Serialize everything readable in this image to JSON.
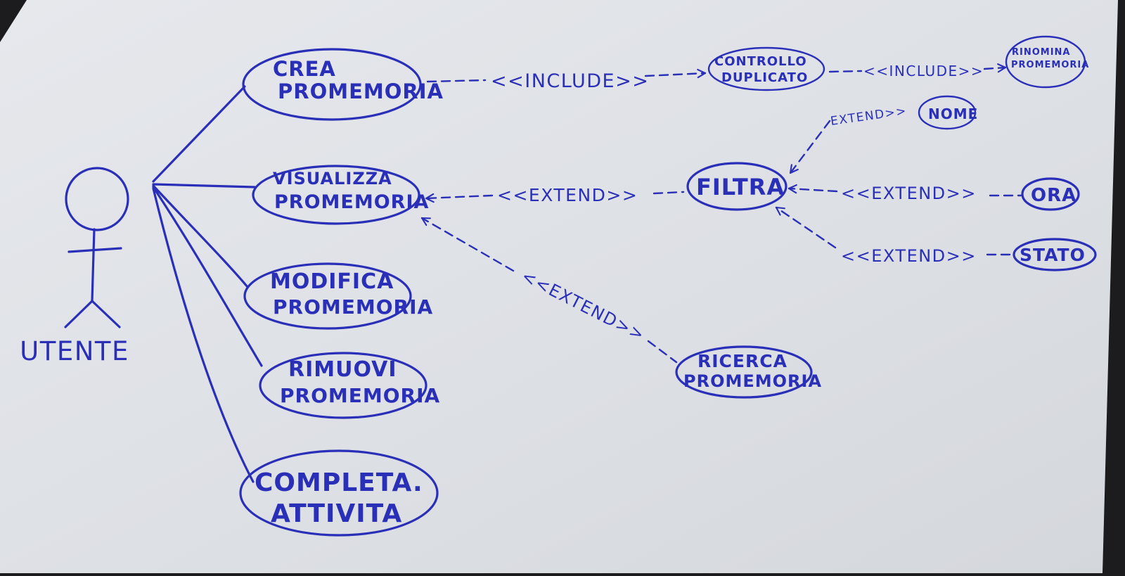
{
  "actor": {
    "name": "UTENTE"
  },
  "use_cases": {
    "crea": [
      "CREA",
      "PROMEMORIA"
    ],
    "visualizza": [
      "VISUALIZZA",
      "PROMEMORIA"
    ],
    "modifica": [
      "MODIFICA",
      "PROMEMORIA"
    ],
    "rimuovi": [
      "RIMUOVI",
      "PROMEMORIA"
    ],
    "completa": [
      "COMPLETA.",
      "ATTIVITA"
    ],
    "controllo": [
      "CONTROLLO",
      "DUPLICATO"
    ],
    "rinomina": [
      "RINOMINA",
      "PROMEMORIA"
    ],
    "filtra": [
      "FILTRA"
    ],
    "nome": [
      "NOME"
    ],
    "ora": [
      "ORA"
    ],
    "stato": [
      "STATO"
    ],
    "ricerca": [
      "RICERCA",
      "PROMEMORIA"
    ]
  },
  "relations": {
    "include1": "<<INCLUDE>>",
    "include2": "<<INCLUDE>>",
    "extend_filtra": "<<EXTEND>>",
    "extend_ricerca": "<<EXTEND>>",
    "extend_nome": "EXTEND>>",
    "extend_ora": "<<EXTEND>>",
    "extend_stato": "<<EXTEND>>"
  },
  "colors": {
    "ink": "#2a2fb8",
    "paper": "#dfe2e7"
  }
}
